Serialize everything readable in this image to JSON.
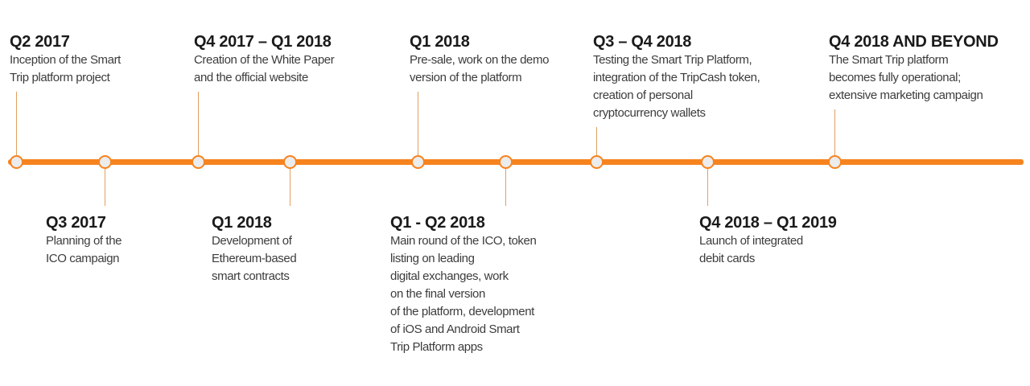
{
  "colors": {
    "timeline": "#f7831e",
    "node_fill": "#ececec",
    "node_border": "#f7831e",
    "connector": "#e0a060",
    "title_text": "#1a1a1a",
    "desc_text": "#3c3c3c"
  },
  "milestones": [
    {
      "id": "q2-2017",
      "title": "Q2  2017",
      "lines": [
        "Inception of the Smart",
        "Trip platform project"
      ],
      "position": "above"
    },
    {
      "id": "q3-2017",
      "title": "Q3  2017",
      "lines": [
        "Planning of the",
        "ICO campaign"
      ],
      "position": "below"
    },
    {
      "id": "q4-2017-q1-2018",
      "title": "Q4 2017 – Q1 2018",
      "lines": [
        "Creation of the White Paper",
        "and the official website"
      ],
      "position": "above"
    },
    {
      "id": "q1-2018-contracts",
      "title": "Q1  2018",
      "lines": [
        "Development of",
        "Ethereum-based",
        "smart contracts"
      ],
      "position": "below"
    },
    {
      "id": "q1-2018-presale",
      "title": "Q1  2018",
      "lines": [
        "Pre-sale, work on the demo",
        "version of the platform"
      ],
      "position": "above"
    },
    {
      "id": "q1-q2-2018",
      "title": "Q1 - Q2  2018",
      "lines": [
        "Main round of the ICO, token",
        "listing on leading",
        "digital exchanges, work",
        "on the final version",
        "of the platform, development",
        "of iOS and Android Smart",
        "Trip Platform apps"
      ],
      "position": "below"
    },
    {
      "id": "q3-q4-2018",
      "title": "Q3 – Q4  2018",
      "lines": [
        "Testing the Smart Trip Platform,",
        "integration of the TripCash token,",
        "creation of personal",
        "cryptocurrency wallets"
      ],
      "position": "above"
    },
    {
      "id": "q4-2018-q1-2019",
      "title": "Q4  2018 – Q1  2019",
      "lines": [
        "Launch of integrated",
        "debit cards"
      ],
      "position": "below"
    },
    {
      "id": "q4-2018-beyond",
      "title": "Q4  2018 AND BEYOND",
      "lines": [
        "The Smart Trip platform",
        "becomes fully operational;",
        "extensive marketing campaign"
      ],
      "position": "above"
    }
  ]
}
